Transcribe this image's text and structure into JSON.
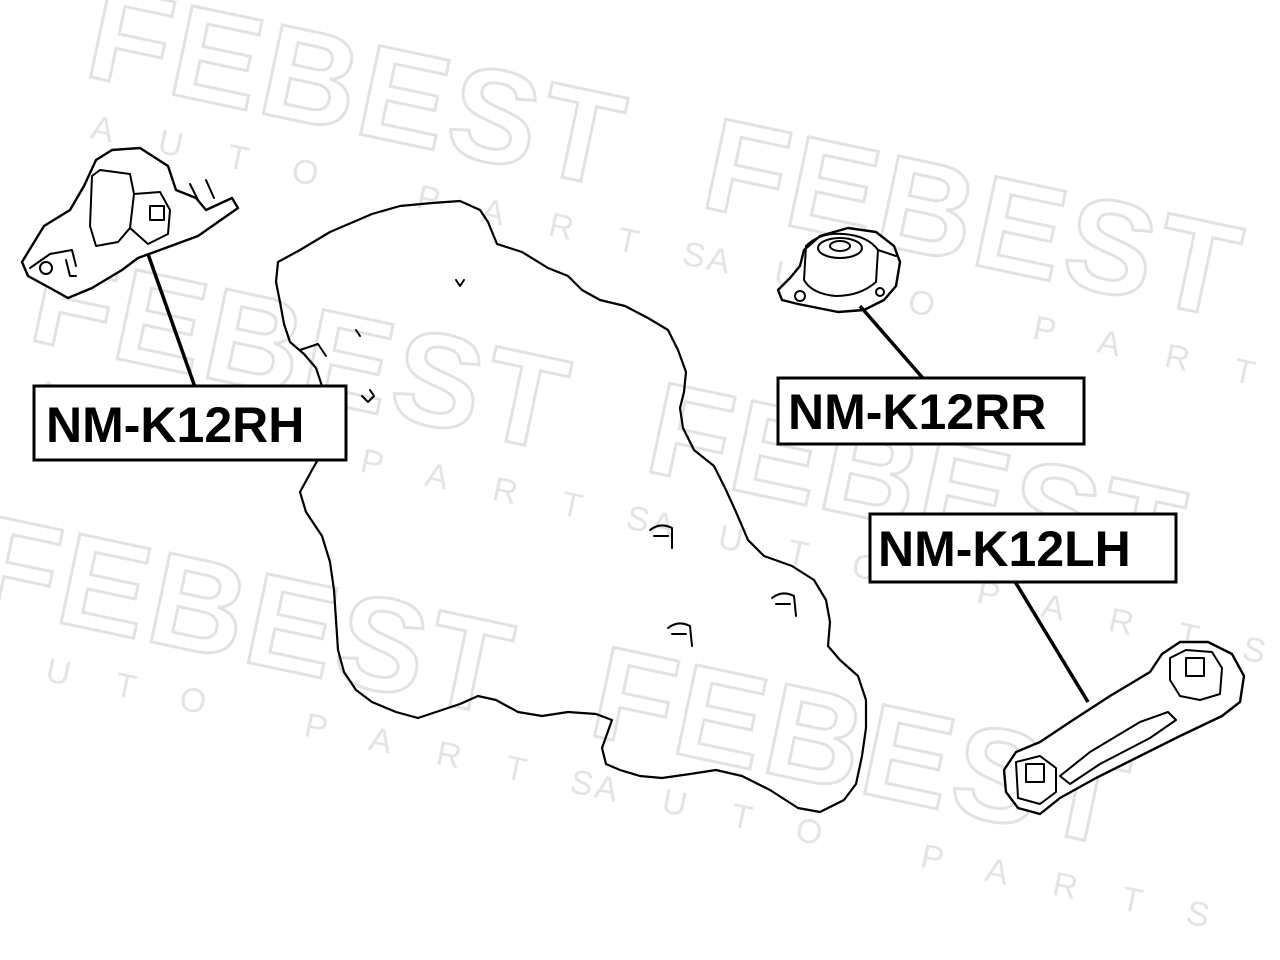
{
  "watermark": {
    "brand": "FEBEST",
    "tagline": "AUTO PARTS"
  },
  "parts": [
    {
      "id": "rh",
      "label": "NM-K12RH"
    },
    {
      "id": "rr",
      "label": "NM-K12RR"
    },
    {
      "id": "lh",
      "label": "NM-K12LH"
    }
  ],
  "icons": [
    "engine-mount-rh",
    "engine-mount-rr",
    "torque-rod-lh",
    "engine-block-outline"
  ]
}
